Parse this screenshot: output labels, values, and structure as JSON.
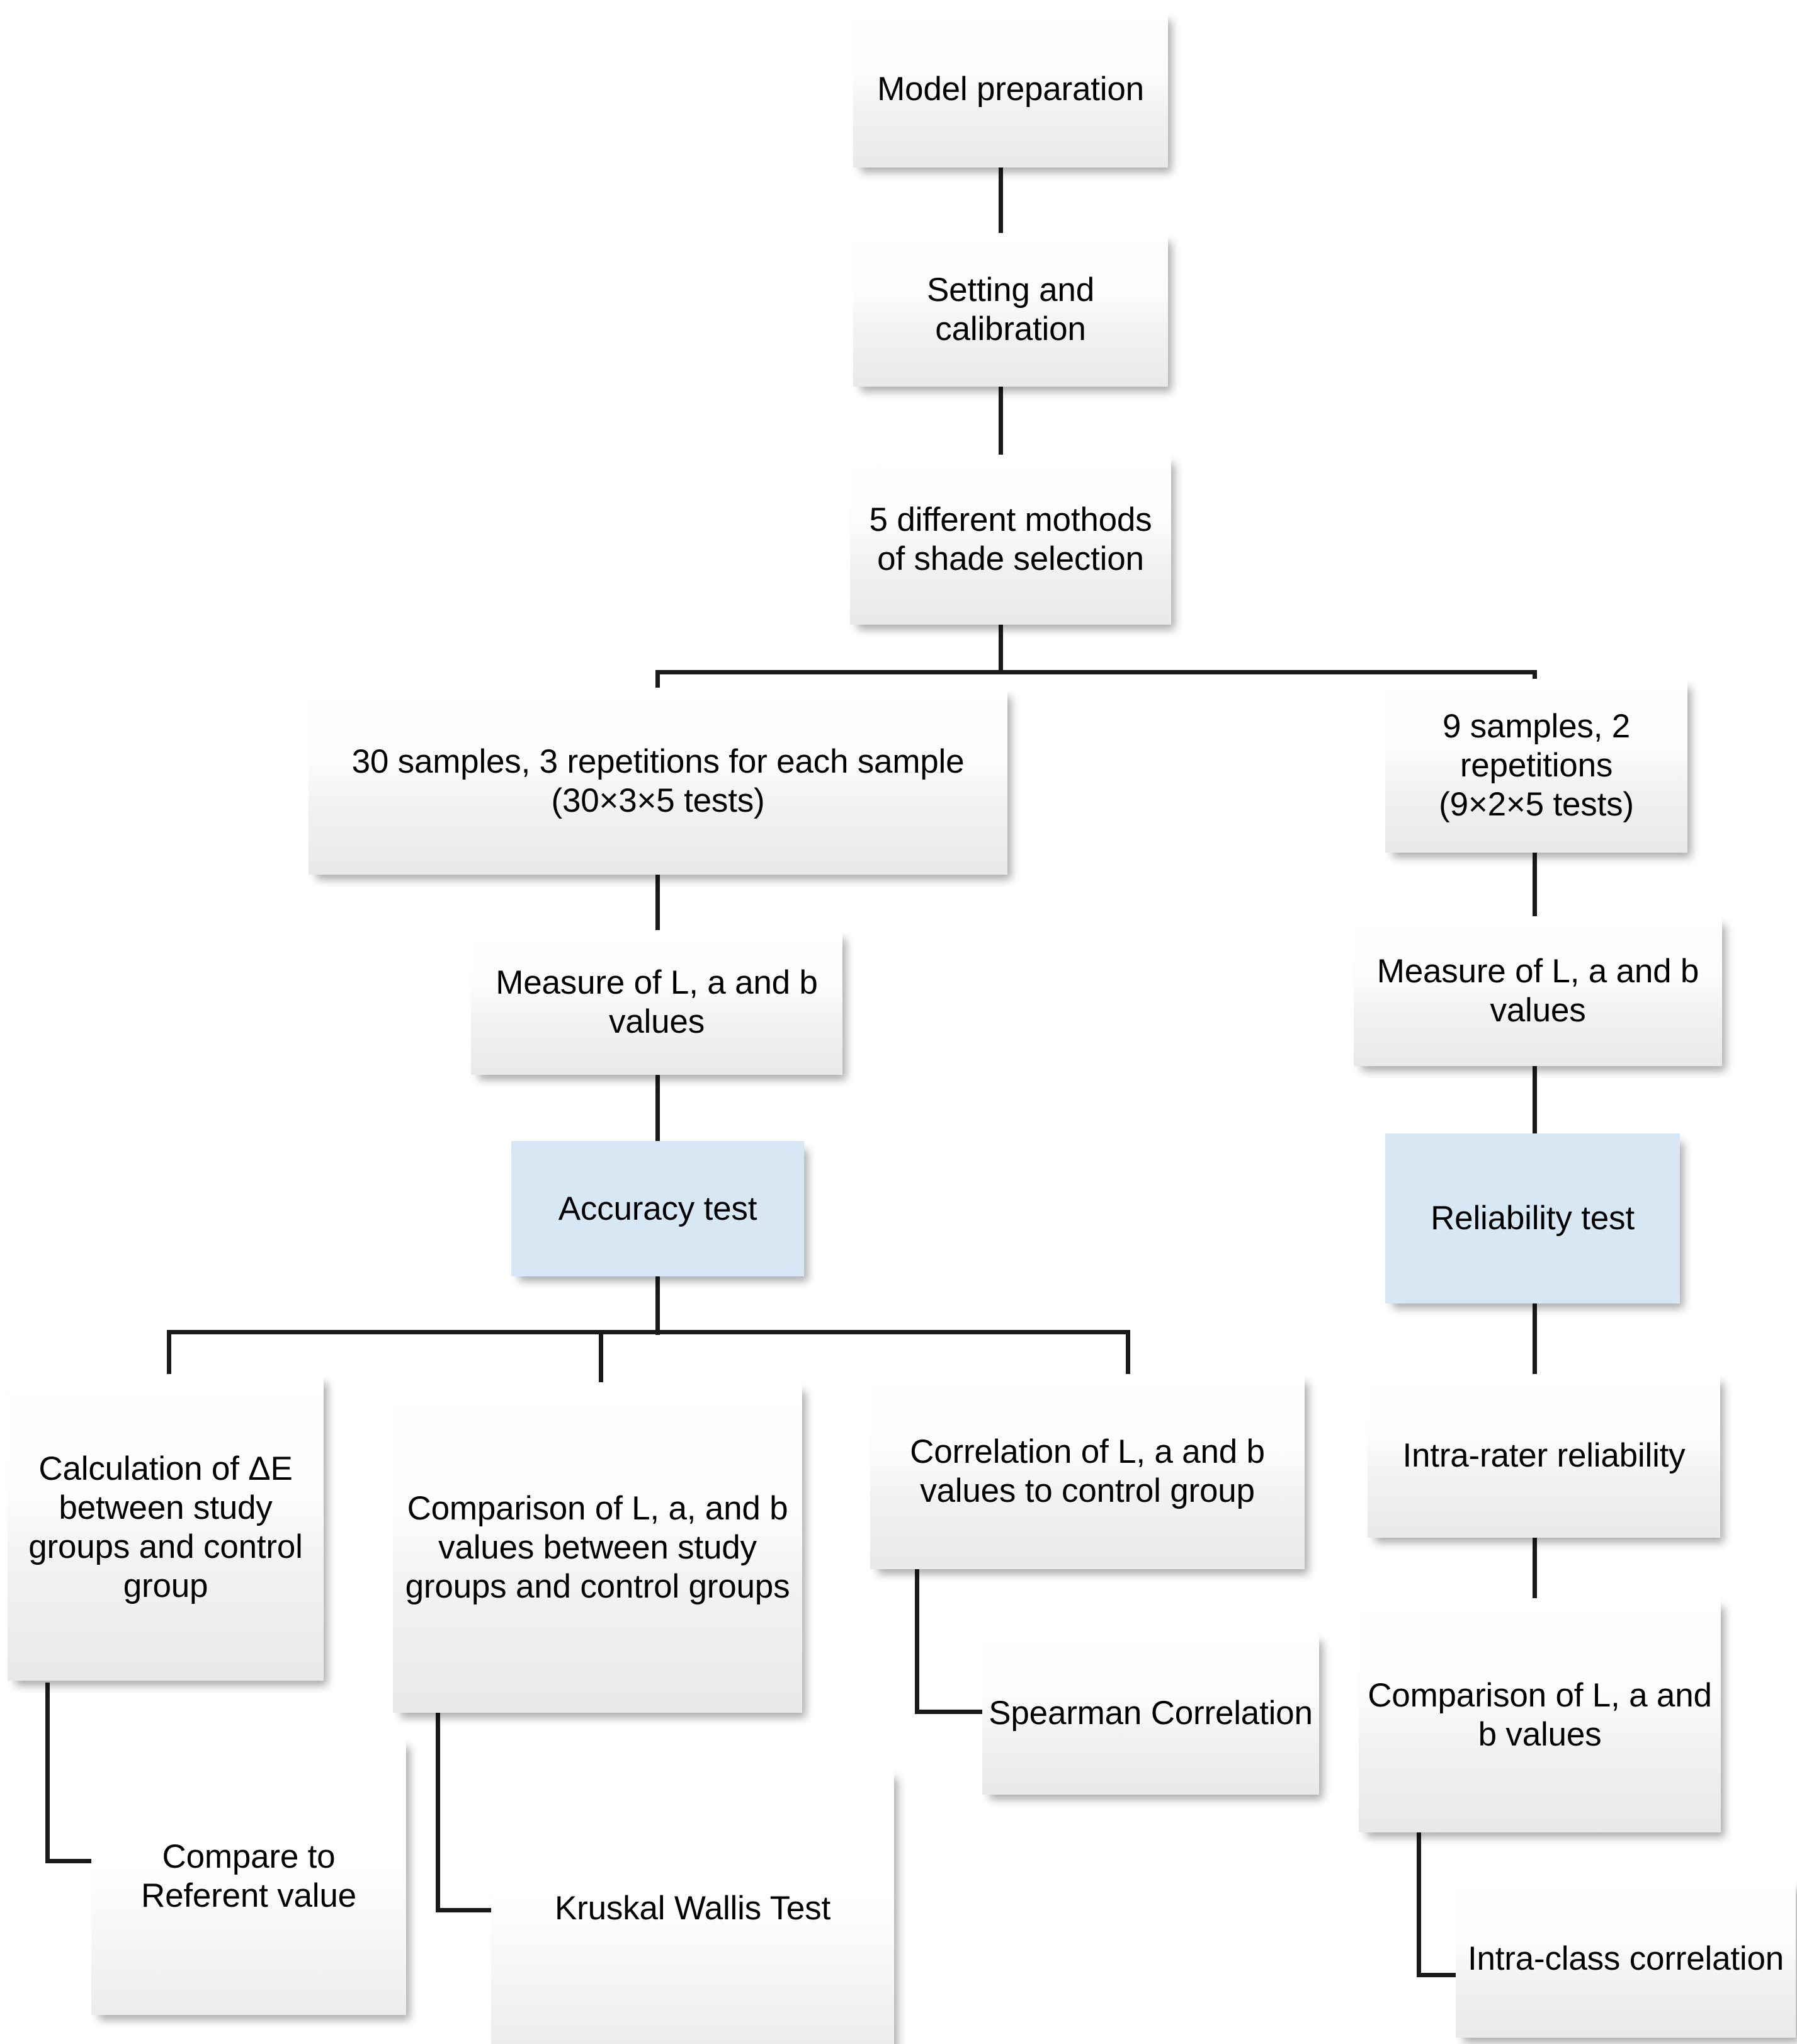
{
  "diagram": {
    "title": "Study design flowchart for shade selection accuracy and reliability testing",
    "accent_color": "#d7e7f4",
    "box_fill": "#f1f1f1",
    "line_color": "#1a1a1a",
    "text_color": "#000000"
  },
  "nodes": {
    "model_preparation": "Model preparation",
    "setting_calibration": "Setting and calibration",
    "five_methods": "5 different mothods of shade selection",
    "samples_30": "30 samples, 3 repetitions for each sample\n(30×3×5 tests)",
    "samples_9": "9 samples, 2 repetitions\n(9×2×5 tests)",
    "measure_left": "Measure of  L, a and b values",
    "measure_right": "Measure of  L, a and b values",
    "accuracy_test": "Accuracy test",
    "reliability_test": "Reliability test",
    "calculation_delta_e": "Calculation of ΔE between study groups and control group",
    "comparison_values": "Comparison of  L, a, and b values between study groups and control groups",
    "correlation_values": "Correlation of  L, a and b values to control group",
    "intra_rater": "Intra-rater reliability",
    "compare_referent": "Compare to Referent value",
    "kruskal_wallis": "Kruskal Wallis Test",
    "spearman": "Spearman Correlation",
    "comparison_right": "Comparison of L, a and b values",
    "intra_class": "Intra-class correlation"
  },
  "chart_data": {
    "type": "flowchart",
    "orientation": "top-down",
    "levels": [
      [
        "Model preparation"
      ],
      [
        "Setting and calibration"
      ],
      [
        "5 different mothods of shade selection"
      ],
      [
        "30 samples, 3 repetitions for each sample (30×3×5 tests)",
        "9 samples, 2 repetitions (9×2×5 tests)"
      ],
      [
        "Measure of  L, a and b values",
        "Measure of  L, a and b values"
      ],
      [
        "Accuracy test",
        "Reliability test"
      ],
      [
        "Calculation of ΔE between study groups and control group",
        "Comparison of  L, a, and b values between study groups and control groups",
        "Correlation of  L, a and b values to control group",
        "Intra-rater reliability"
      ],
      [
        "Compare to Referent value",
        "Kruskal Wallis Test",
        "Spearman Correlation",
        "Comparison of L, a and b values"
      ],
      [
        "Intra-class correlation"
      ]
    ],
    "edges": [
      [
        "Model preparation",
        "Setting and calibration"
      ],
      [
        "Setting and calibration",
        "5 different mothods of shade selection"
      ],
      [
        "5 different mothods of shade selection",
        "30 samples, 3 repetitions for each sample (30×3×5 tests)"
      ],
      [
        "5 different mothods of shade selection",
        "9 samples, 2 repetitions (9×2×5 tests)"
      ],
      [
        "30 samples, 3 repetitions for each sample (30×3×5 tests)",
        "Measure of  L, a and b values"
      ],
      [
        "9 samples, 2 repetitions (9×2×5 tests)",
        "Measure of  L, a and b values"
      ],
      [
        "Measure of  L, a and b values",
        "Accuracy test"
      ],
      [
        "Measure of  L, a and b values",
        "Reliability test"
      ],
      [
        "Accuracy test",
        "Calculation of ΔE between study groups and control group"
      ],
      [
        "Accuracy test",
        "Comparison of  L, a, and b values between study groups and control groups"
      ],
      [
        "Accuracy test",
        "Correlation of  L, a and b values to control group"
      ],
      [
        "Reliability test",
        "Intra-rater reliability"
      ],
      [
        "Calculation of ΔE between study groups and control group",
        "Compare to Referent value"
      ],
      [
        "Comparison of  L, a, and b values between study groups and control groups",
        "Kruskal Wallis Test"
      ],
      [
        "Correlation of  L, a and b values to control group",
        "Spearman Correlation"
      ],
      [
        "Intra-rater reliability",
        "Comparison of L, a and b values"
      ],
      [
        "Comparison of L, a and b values",
        "Intra-class correlation"
      ]
    ],
    "highlighted_nodes": [
      "Accuracy test",
      "Reliability test"
    ]
  }
}
